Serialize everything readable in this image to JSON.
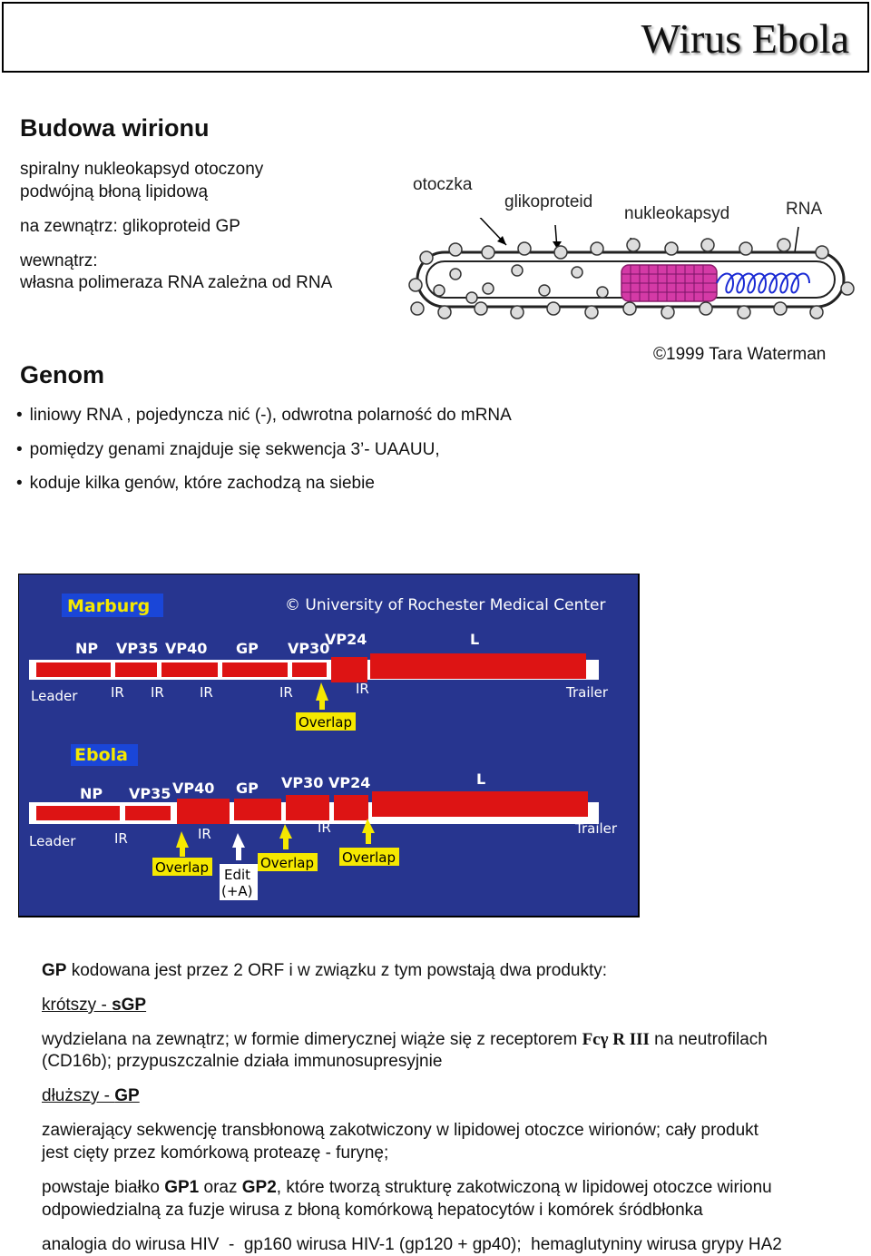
{
  "title": "Wirus Ebola",
  "budowa": {
    "heading": "Budowa wirionu",
    "line1a": "spiralny nukleokapsyd otoczony",
    "line1b": "podwójną błoną lipidową",
    "line2": "na zewnątrz: glikoproteid GP",
    "line3a": "wewnątrz:",
    "line3b": "własna polimeraza RNA zależna od RNA"
  },
  "virion_labels": {
    "otoczka": "otoczka",
    "glikoproteid": "glikoproteid",
    "nukleokapsyd": "nukleokapsyd",
    "rna": "RNA",
    "credit": "1999 Tara Waterman"
  },
  "genom": {
    "heading": "Genom",
    "bullets": [
      "liniowy RNA , pojedyncza nić (-), odwrotna polarność do mRNA",
      "pomiędzy genami znajduje się sekwencja 3’- UAAUU,",
      "koduje kilka genów, które zachodzą na siebie"
    ]
  },
  "genome_map": {
    "credit": "University of Rochester Medical Center",
    "marburg": {
      "name": "Marburg",
      "genes": [
        "NP",
        "VP35",
        "VP40",
        "GP",
        "VP30",
        "VP24",
        "L"
      ],
      "leader": "Leader",
      "trailer": "Trailer",
      "ir": [
        "IR",
        "IR",
        "IR",
        "IR",
        "IR"
      ],
      "overlap": "Overlap"
    },
    "ebola": {
      "name": "Ebola",
      "genes": [
        "NP",
        "VP35",
        "VP40",
        "GP",
        "VP30",
        "VP24",
        "L"
      ],
      "leader": "Leader",
      "trailer": "Trailer",
      "ir": [
        "IR",
        "IR",
        "IR"
      ],
      "overlap": "Overlap",
      "edit": "Edit",
      "edit2": "(+A)"
    }
  },
  "gp": {
    "p1_bold": "GP",
    "p1_rest": " kodowana jest przez 2 ORF i w związku z tym powstają dwa produkty:",
    "short_label": "krótszy - ",
    "short_name": "sGP",
    "short_desc_a": "wydzielana na zewnątrz; w formie dimerycznej wiąże się z receptorem ",
    "short_desc_recep": "Fcγ R III",
    "short_desc_b": " na neutrofilach",
    "short_desc_c": "(CD16b); przypuszczalnie działa immunosupresyjnie",
    "long_label": "dłuższy - ",
    "long_name": "GP",
    "long_desc_a": "zawierający sekwencję transbłonową zakotwiczony w lipidowej otoczce wirionów; cały produkt",
    "long_desc_b": "jest cięty przez komórkową proteazę - furynę;",
    "p_gp1_a": "powstaje białko ",
    "gp1": "GP1",
    "p_gp1_oraz": " oraz ",
    "gp2": "GP2",
    "p_gp1_b": ", które tworzą strukturę zakotwiczoną w lipidowej otoczce wirionu",
    "p_gp1_c": "odpowiedzialną za fuzje wirusa z błoną komórkową hepatocytów i komórek śródbłonka",
    "analogia": "analogia do wirusa HIV  -  gp160 wirusa HIV-1 (gp120 + gp40);  hemaglutyniny wirusa grypy HA2"
  }
}
